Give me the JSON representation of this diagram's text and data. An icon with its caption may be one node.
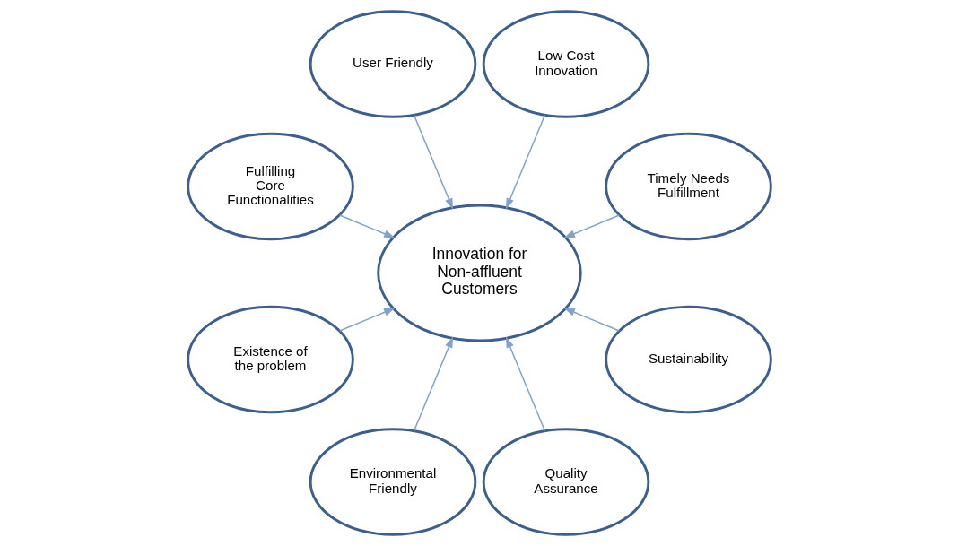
{
  "diagram": {
    "nodes": [
      {
        "text": [
          "Timely Needs Fulfillment"
        ]
      },
      {
        "text": [
          "Low Cost Innovation"
        ]
      },
      {
        "text": [
          "User Friendly"
        ]
      },
      {
        "text": [
          "Fulfilling Core Functionalities"
        ]
      },
      {
        "text": [
          "Innovation for Non-affluent Customers"
        ]
      },
      {
        "text": [
          "Existence of the problem"
        ]
      },
      {
        "text": [
          "Environmental Friendly"
        ]
      },
      {
        "text": [
          "Quality Assurance"
        ]
      },
      {
        "text": [
          "Sustainability"
        ]
      }
    ],
    "edges": [
      {
        "from": 0,
        "to": 4,
        "arrow": "to"
      },
      {
        "from": 1,
        "to": 4,
        "arrow": "to"
      },
      {
        "from": 2,
        "to": 4,
        "arrow": "to"
      },
      {
        "from": 3,
        "to": 4,
        "arrow": "to"
      },
      {
        "from": 5,
        "to": 4,
        "arrow": "to"
      },
      {
        "from": 6,
        "to": 4,
        "arrow": "to"
      },
      {
        "from": 7,
        "to": 4,
        "arrow": "to"
      },
      {
        "from": 8,
        "to": 4,
        "arrow": "to"
      }
    ]
  }
}
